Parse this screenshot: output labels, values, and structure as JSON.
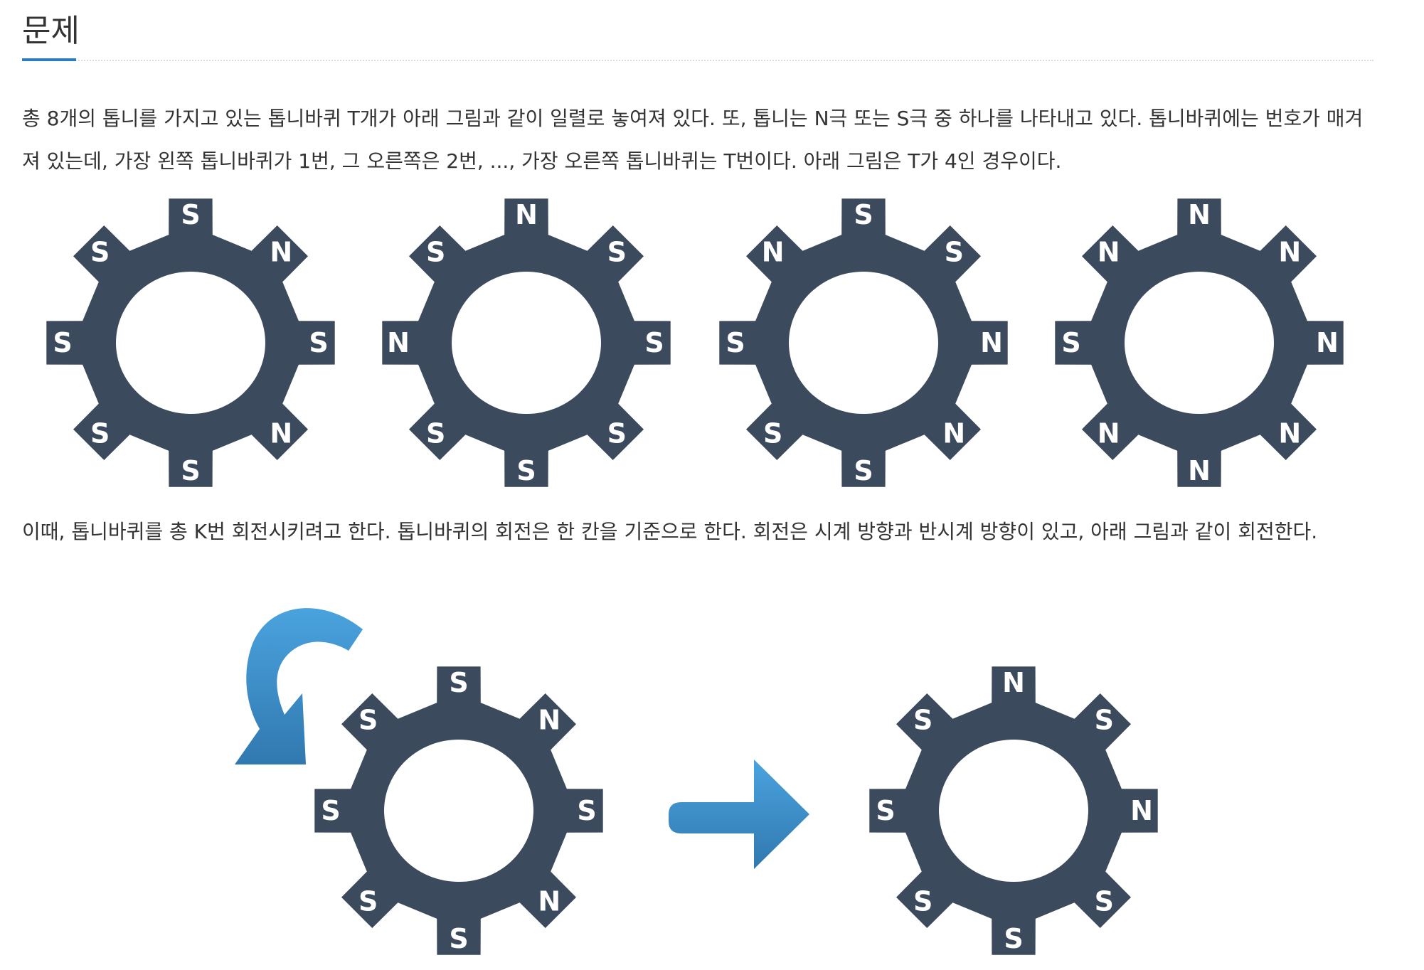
{
  "section": {
    "title": "문제"
  },
  "paragraphs": {
    "p1": "총 8개의 톱니를 가지고 있는 톱니바퀴 T개가 아래 그림과 같이 일렬로 놓여져 있다. 또, 톱니는 N극 또는 S극 중 하나를 나타내고 있다. 톱니바퀴에는 번호가 매겨져 있는데, 가장 왼쪽 톱니바퀴가 1번, 그 오른쪽은 2번, ..., 가장 오른쪽 톱니바퀴는 T번이다. 아래 그림은 T가 4인 경우이다.",
    "p2": "이때, 톱니바퀴를 총 K번 회전시키려고 한다. 톱니바퀴의 회전은 한 칸을 기준으로 한다. 회전은 시계 방향과 반시계 방향이 있고, 아래 그림과 같이 회전한다."
  },
  "colors": {
    "gear": "#3b4a5c",
    "accent": "#2c7dc0",
    "arrow_light": "#4aa3de",
    "arrow_dark": "#3384c0"
  },
  "gears_row": [
    [
      "S",
      "N",
      "S",
      "N",
      "S",
      "S",
      "S",
      "S"
    ],
    [
      "N",
      "S",
      "S",
      "S",
      "S",
      "S",
      "N",
      "S"
    ],
    [
      "S",
      "S",
      "N",
      "N",
      "S",
      "S",
      "S",
      "N"
    ],
    [
      "N",
      "N",
      "N",
      "N",
      "N",
      "N",
      "S",
      "N"
    ]
  ],
  "rotation_example": {
    "before": [
      "S",
      "N",
      "S",
      "N",
      "S",
      "S",
      "S",
      "S"
    ],
    "after": [
      "N",
      "S",
      "N",
      "S",
      "S",
      "S",
      "S",
      "S"
    ],
    "rotate_icon": "counterclockwise-arrow-icon",
    "transition_icon": "right-arrow-icon"
  }
}
